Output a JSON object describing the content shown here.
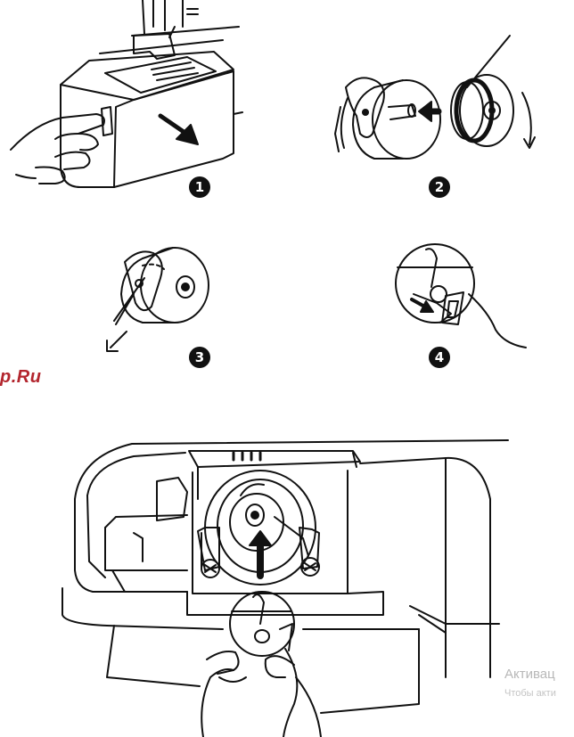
{
  "steps": [
    {
      "number": "1",
      "illustration": "remove-cover"
    },
    {
      "number": "2",
      "illustration": "insert-bobbin"
    },
    {
      "number": "3",
      "illustration": "pull-thread"
    },
    {
      "number": "4",
      "illustration": "thread-under-spring"
    }
  ],
  "main_illustration": "insert-bobbin-case-into-hook",
  "watermark": {
    "site": "p.Ru",
    "activation_line1": "Активац",
    "activation_line2": "Чтобы акти"
  },
  "colors": {
    "line": "#111111",
    "watermark_site": "#b3262e",
    "watermark_activation": "#b8b8b8"
  }
}
